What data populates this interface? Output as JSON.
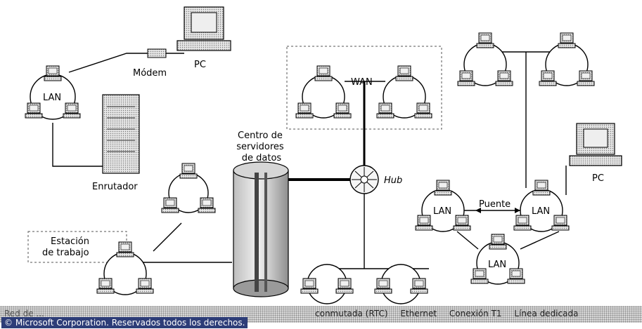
{
  "labels": {
    "modem": "Módem",
    "pc_top": "PC",
    "lan_left": "LAN",
    "wan": "WAN",
    "server_center": "Centro de servidores de datos",
    "hub": "Hub",
    "router": "Enrutador",
    "workstation": "Estación de trabajo",
    "bridge": "Puente",
    "lan_bridge_left": "LAN",
    "lan_bridge_right": "LAN",
    "lan_bottom": "LAN",
    "pc_right": "PC"
  },
  "footer": {
    "strip_prefix": "Red de ...",
    "strip_items": [
      "conmutada (RTC)",
      "Ethernet",
      "Conexión T1",
      "Línea dedicada"
    ],
    "copyright": "© Microsoft Corporation. Reservados todos los derechos."
  },
  "colors": {
    "line": "#000000",
    "computer_fill": "#c8c8c8",
    "computer_screen": "#e0e0e0",
    "footer_band": "#2d3d78",
    "dotted_box": "#555555"
  }
}
